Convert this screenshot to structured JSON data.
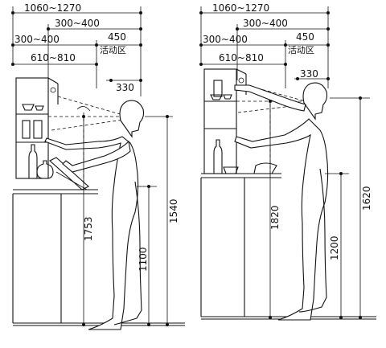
{
  "left_panel": {
    "dim_top_total": "1060~1270",
    "dim_top_reach": "300~400",
    "dim_activity": "450",
    "activity_label": "活动区",
    "dim_shelf_depth": "300~400",
    "dim_counter_depth": "610~810",
    "dim_eye_offset": "330",
    "dim_reach_height": "1753",
    "dim_eye_height": "1540",
    "dim_counter_height": "1100"
  },
  "right_panel": {
    "dim_top_total": "1060~1270",
    "dim_top_reach": "300~400",
    "dim_activity": "450",
    "activity_label": "活动区",
    "dim_shelf_depth": "300~400",
    "dim_counter_depth": "610~810",
    "dim_eye_offset": "330",
    "dim_reach_height": "1820",
    "dim_eye_height": "1620",
    "dim_counter_height": "1200"
  }
}
